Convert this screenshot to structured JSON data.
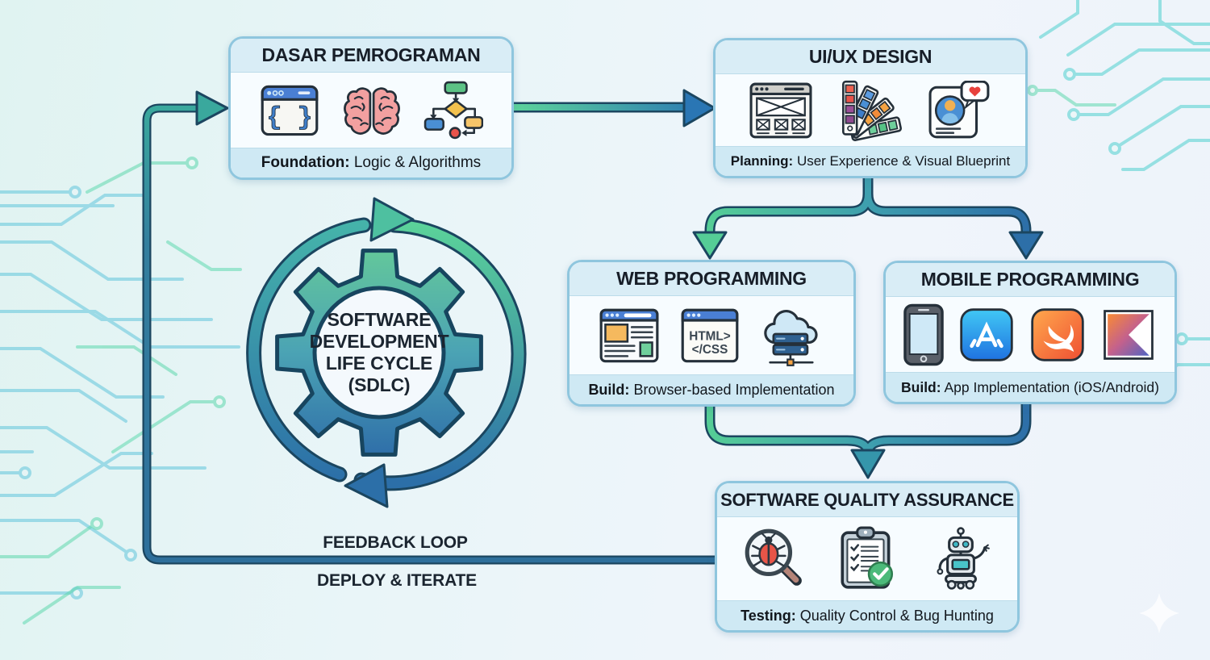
{
  "nodes": {
    "dasar": {
      "title": "DASAR PEMROGRAMAN",
      "caption_lead": "Foundation:",
      "caption_rest": " Logic & Algorithms",
      "icons": [
        "code-window-icon",
        "brain-icon",
        "flowchart-icon"
      ]
    },
    "uiux": {
      "title": "UI/UX DESIGN",
      "caption_lead": "Planning:",
      "caption_rest": " User Experience & Visual Blueprint",
      "icons": [
        "wireframe-icon",
        "color-palette-icon",
        "profile-card-icon"
      ]
    },
    "web": {
      "title": "WEB PROGRAMMING",
      "caption_lead": "Build:",
      "caption_rest": " Browser-based Implementation",
      "icons": [
        "webpage-icon",
        "html-css-window-icon",
        "cloud-server-icon"
      ]
    },
    "mobile": {
      "title": "MOBILE PROGRAMMING",
      "caption_lead": "Build:",
      "caption_rest": " App Implementation (iOS/Android)",
      "icons": [
        "smartphone-icon",
        "app-store-icon",
        "swift-icon",
        "kotlin-icon"
      ]
    },
    "sqa": {
      "title": "SOFTWARE QUALITY ASSURANCE",
      "caption_lead": "Testing:",
      "caption_rest": " Quality Control & Bug Hunting",
      "icons": [
        "bug-magnifier-icon",
        "checklist-icon",
        "robot-icon"
      ]
    }
  },
  "center_gear": {
    "lines": [
      "SOFTWARE",
      "DEVELOPMENT",
      "LIFE CYCLE",
      "(SDLC)"
    ]
  },
  "labels": {
    "feedback_loop": "FEEDBACK LOOP",
    "deploy_iterate": "DEPLOY & ITERATE"
  },
  "icon_text": {
    "html_line1": "HTML>",
    "html_line2": "</CSS"
  },
  "colors": {
    "box_border": "#8fc6de",
    "box_header_band": "#d9edf6",
    "box_caption_band": "#cfe9f4",
    "arrow_green": "#55cd96",
    "arrow_teal": "#3e9fae",
    "arrow_blue": "#2d6fa8",
    "arrow_outline": "#1b4660",
    "feedback_blue": "#2e6f9b",
    "circuit_blue": "#56c2da",
    "circuit_green": "#5fd8ae",
    "circuit_teal": "#4fd0cf"
  }
}
